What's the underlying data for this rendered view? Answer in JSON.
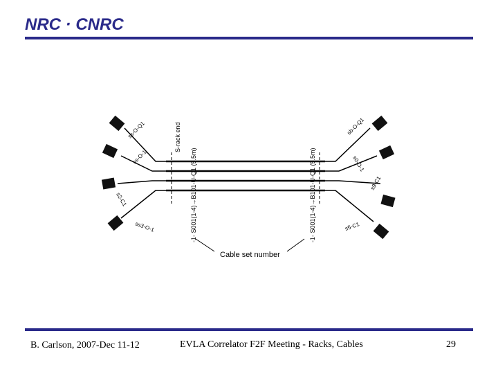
{
  "header": {
    "logo_text": "NRC · CNRC"
  },
  "diagram": {
    "left_connectors": [
      "ss-O-Q1",
      "ss-O-1",
      "s2-C1",
      "ss3-O-1"
    ],
    "right_connectors": [
      "sb-O-Q1",
      "s0-O-1",
      "s9-C1",
      "s5-C1"
    ],
    "left_label": "-1- S001(1-4)→B101-U-Q1 (5.5m)",
    "left_rack_end": "S-rack end",
    "right_label": "-1- S001(1-4)→B101-U-Q1 (5.5m)",
    "callout": "Cable set number"
  },
  "footer": {
    "left": "B. Carlson, 2007-Dec 11-12",
    "center": "EVLA Correlator F2F Meeting - Racks, Cables",
    "page": "29"
  }
}
